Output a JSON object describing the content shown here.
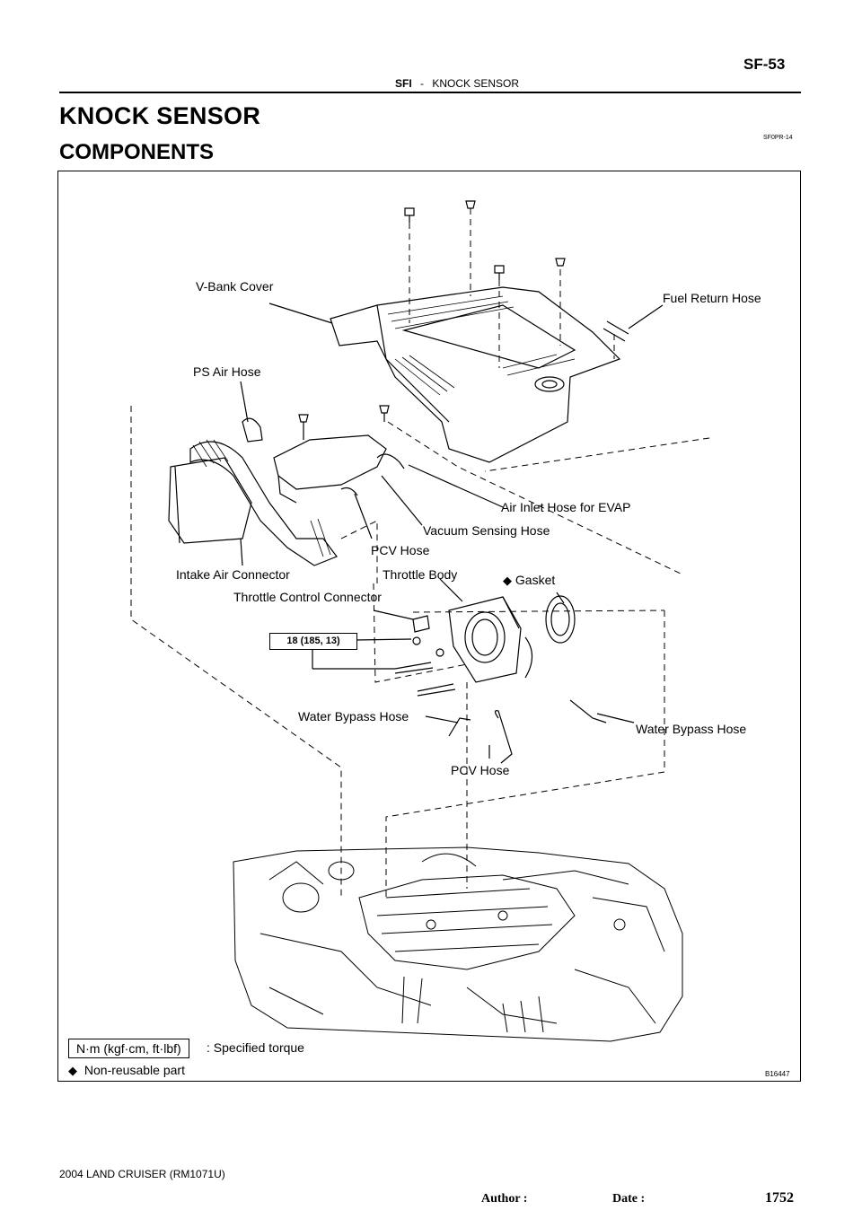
{
  "header": {
    "page_code": "SF-53",
    "section": "SFI",
    "separator": "-",
    "section_title": "KNOCK SENSOR"
  },
  "title": "KNOCK SENSOR",
  "subtitle": "COMPONENTS",
  "doc_code": "SF0PR-14",
  "figure": {
    "labels": {
      "v_bank_cover": "V-Bank  Cover",
      "fuel_return_hose": "Fuel Return Hose",
      "ps_air_hose": "PS Air Hose",
      "air_inlet_hose": "Air Inlet Hose for EVAP",
      "vacuum_sensing_hose": "Vacuum Sensing Hose",
      "pcv_hose_top": "PCV Hose",
      "intake_air_connector": "Intake Air Connector",
      "throttle_body": "Throttle Body",
      "gasket": "Gasket",
      "throttle_control_connector": "Throttle Control Connector",
      "water_bypass_hose_left": "Water Bypass Hose",
      "water_bypass_hose_right": "Water Bypass Hose",
      "pcv_hose_bottom": "PCV Hose"
    },
    "torque": "18 (185, 13)",
    "legend_unit": "N·m (kgf·cm, ft·lbf)",
    "legend_unit_desc": ": Specified torque",
    "legend_nonreusable": "Non-reusable part",
    "figure_code": "B16447",
    "diamond_symbol": "◆"
  },
  "footer": {
    "vehicle": "2004 LAND CRUISER   (RM1071U)",
    "author_date": "Author :                           Date :",
    "page_number": "1752"
  }
}
